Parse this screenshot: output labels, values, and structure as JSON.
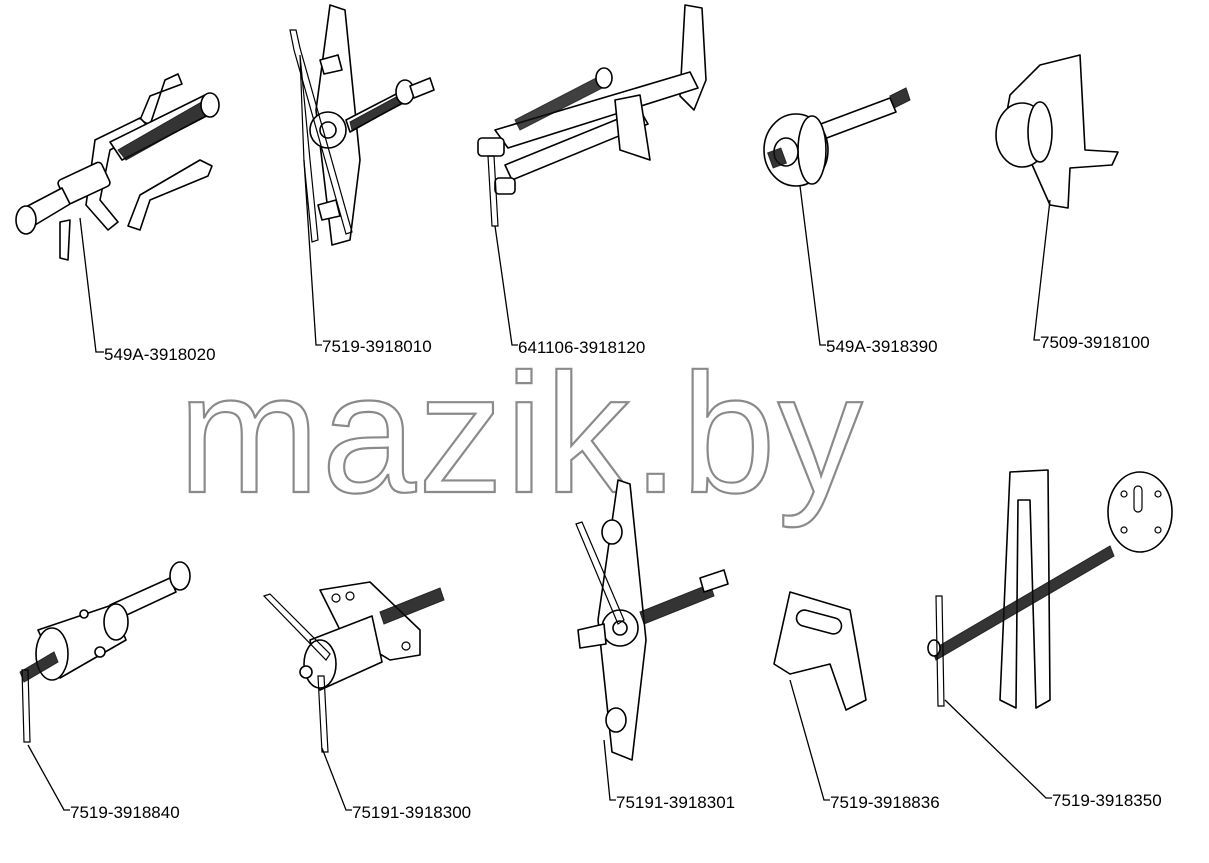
{
  "watermark": "mazik.by",
  "parts": [
    {
      "code": "549A-3918020"
    },
    {
      "code": "7519-3918010"
    },
    {
      "code": "641106-3918120"
    },
    {
      "code": "549A-3918390"
    },
    {
      "code": "7509-3918100"
    },
    {
      "code": "7519-3918840"
    },
    {
      "code": "75191-3918300"
    },
    {
      "code": "75191-3918301"
    },
    {
      "code": "7519-3918836"
    },
    {
      "code": "7519-3918350"
    }
  ]
}
